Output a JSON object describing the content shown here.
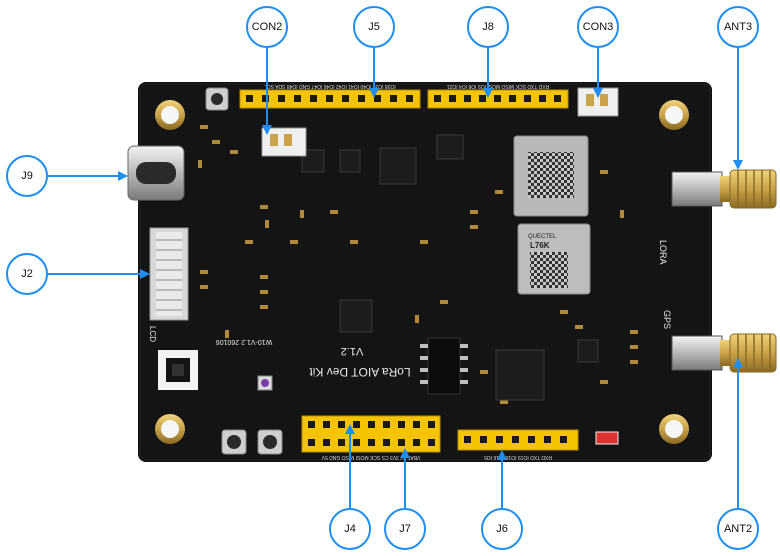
{
  "labels": {
    "con2": "CON2",
    "j5": "J5",
    "j8": "J8",
    "con3": "CON3",
    "ant3": "ANT3",
    "j9": "J9",
    "j2": "J2",
    "j4": "J4",
    "j7": "J7",
    "j6": "J6",
    "ant2": "ANT2"
  },
  "board": {
    "silkscreen_title": "LoRa AIOT Dev Kit",
    "version": "V1.2",
    "revision": "W10-V1.2 260106",
    "lora_label": "LORA",
    "gps_label": "GPS",
    "lcd_label": "LCD",
    "gnss_module_brand": "QUECTEL",
    "gnss_module_model": "L76K",
    "top_header_pins": "IO38 IO39 IO40 IO41 IO42 IO46 IO47 GND IO48 SDA SCL",
    "top_right_header_pins": "RXD TXD SCK MISO MOSI IO9 IO8 IO4 IO21",
    "bottom_left_header_pins": "VBAT 5V 3V3 CS SCK MOSI MISO GND 5V",
    "bottom_right_header_pins": "RXD TXD IO19 IO18 IO16 IO5"
  },
  "colors": {
    "pcb": "#111111",
    "header": "#f5c400",
    "callout_border": "#1f8ef1",
    "gold": "#c9a24a"
  }
}
